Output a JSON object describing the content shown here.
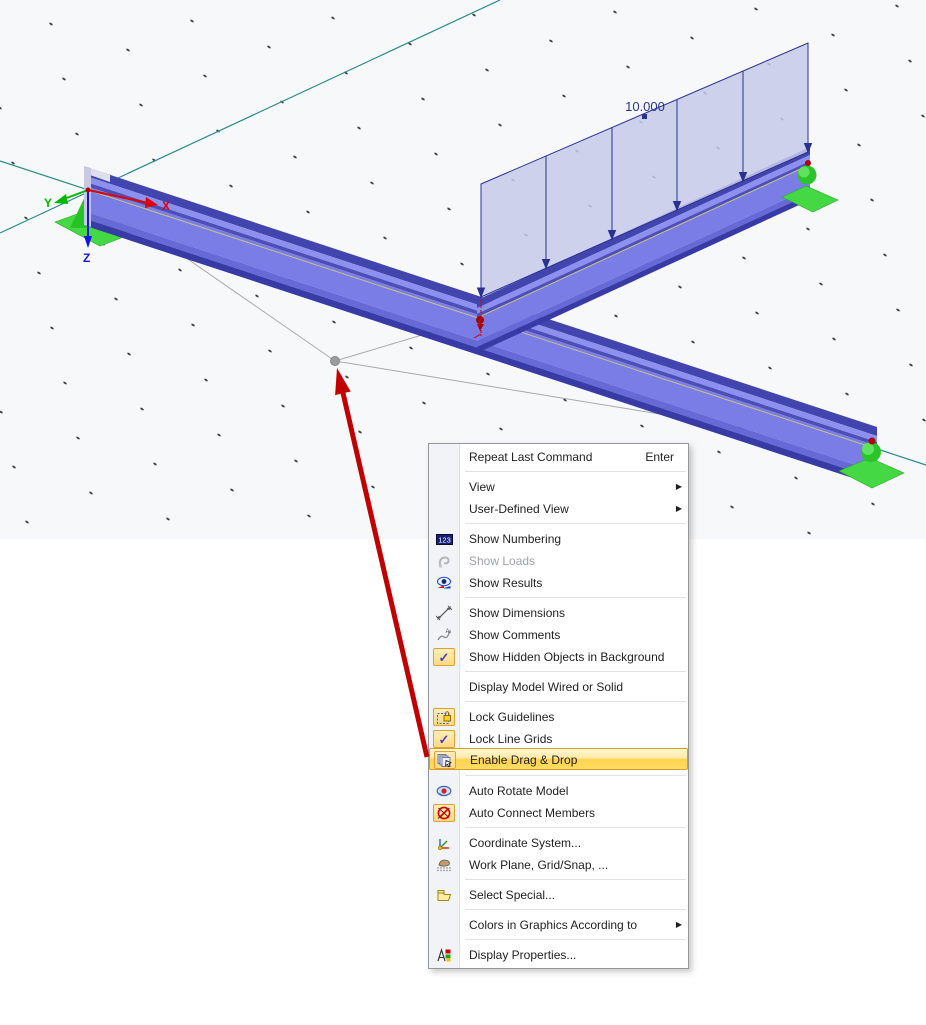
{
  "viewport": {
    "load_value": "10.000",
    "axes": {
      "x": "X",
      "y": "Y",
      "z": "Z"
    },
    "colors": {
      "background": "#f7f8f9",
      "beam_blue": "#7b7de6",
      "beam_dark": "#383aa6",
      "load_fill": "#c6cae9",
      "load_border": "#2b3193",
      "support_green": "#3ad43a",
      "node_red": "#b00000",
      "guideline_teal": "#2a8b8b",
      "connection_gray": "#aaaaaa",
      "annotation_red": "#c00000",
      "axis_x": "#e00000",
      "axis_y": "#00b800",
      "axis_z": "#1414e0"
    }
  },
  "context_menu": {
    "highlight_color": "#ffd34f",
    "items": [
      {
        "label": "Repeat Last Command",
        "shortcut": "Enter"
      },
      {
        "label": "View",
        "submenu": true
      },
      {
        "label": "User-Defined View",
        "submenu": true
      },
      {
        "label": "Show Numbering",
        "icon": "numbering-icon"
      },
      {
        "label": "Show Loads",
        "icon": "loads-icon",
        "disabled": true
      },
      {
        "label": "Show Results",
        "icon": "results-icon"
      },
      {
        "label": "Show Dimensions",
        "icon": "dimensions-icon"
      },
      {
        "label": "Show Comments",
        "icon": "comments-icon"
      },
      {
        "label": "Show Hidden Objects in Background",
        "icon": "check-icon",
        "checked": true
      },
      {
        "label": "Display Model Wired or Solid"
      },
      {
        "label": "Lock Guidelines",
        "icon": "lock-icon",
        "checked": true
      },
      {
        "label": "Lock Line Grids",
        "icon": "check-icon",
        "checked": true
      },
      {
        "label": "Enable Drag & Drop",
        "icon": "drag-drop-icon",
        "highlighted": true
      },
      {
        "label": "Auto Rotate Model",
        "icon": "rotate-icon"
      },
      {
        "label": "Auto Connect Members",
        "icon": "connect-icon",
        "checked": true
      },
      {
        "label": "Coordinate System...",
        "icon": "coordinate-icon"
      },
      {
        "label": "Work Plane, Grid/Snap, ...",
        "icon": "workplane-icon"
      },
      {
        "label": "Select Special...",
        "icon": "folder-icon"
      },
      {
        "label": "Colors in Graphics According to",
        "submenu": true
      },
      {
        "label": "Display Properties...",
        "icon": "properties-icon"
      }
    ]
  }
}
